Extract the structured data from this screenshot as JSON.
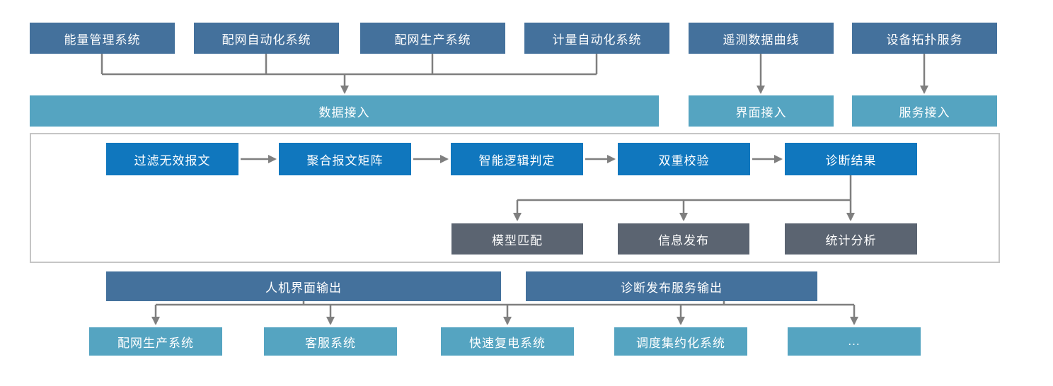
{
  "diagram": {
    "top_sources": [
      "能量管理系统",
      "配网自动化系统",
      "配网生产系统",
      "计量自动化系统",
      "遥测数据曲线",
      "设备拓扑服务"
    ],
    "access_layers": [
      "数据接入",
      "界面接入",
      "服务接入"
    ],
    "process_steps": [
      "过滤无效报文",
      "聚合报文矩阵",
      "智能逻辑判定",
      "双重校验",
      "诊断结果"
    ],
    "result_modules": [
      "模型匹配",
      "信息发布",
      "统计分析"
    ],
    "output_channels": [
      "人机界面输出",
      "诊断发布服务输出"
    ],
    "target_systems": [
      "配网生产系统",
      "客服系统",
      "快速复电系统",
      "调度集约化系统",
      "..."
    ],
    "colors": {
      "source_box": "#44719C",
      "access_box": "#55A4C1",
      "process_box": "#1077BE",
      "module_box": "#5B6471",
      "output_bar": "#44719C",
      "target_box": "#55A4C1",
      "connector": "#7F7F7F",
      "container_border": "#C5C5C5"
    }
  }
}
